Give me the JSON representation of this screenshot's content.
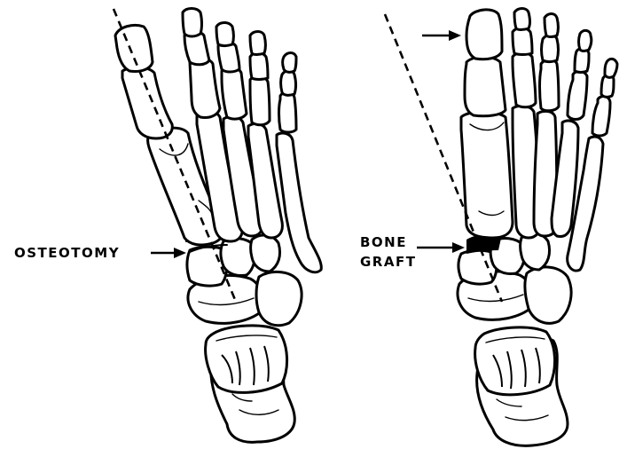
{
  "labels": {
    "osteotomy": "OSTEOTOMY",
    "bone_graft_line1": "BONE",
    "bone_graft_line2": "GRAFT"
  },
  "colors": {
    "ink": "#000000",
    "paper": "#ffffff"
  }
}
